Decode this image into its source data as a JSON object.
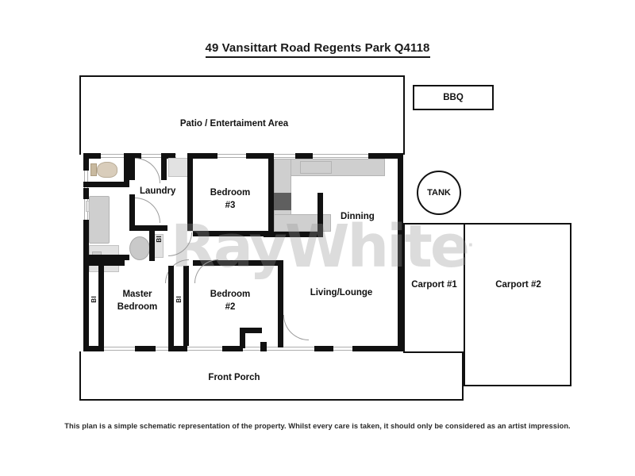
{
  "document": {
    "title": "49 Vansittart Road Regents Park Q4118",
    "disclaimer": "This plan is a simple schematic representation of the property. Whilst every care is taken, it should only be considered as an artist impression.",
    "watermark": "RayWhite",
    "watermark_mark": "."
  },
  "colors": {
    "wall": "#111111",
    "outline": "#111111",
    "fixture": "#cfcfcf",
    "background": "#ffffff",
    "watermark": "#969696"
  },
  "rooms": [
    {
      "id": "patio",
      "label": "Patio / Entertaiment Area"
    },
    {
      "id": "laundry",
      "label": "Laundry"
    },
    {
      "id": "bedroom3",
      "label": "Bedroom",
      "sub": "#3"
    },
    {
      "id": "dinning",
      "label": "Dinning"
    },
    {
      "id": "master",
      "label": "Master",
      "sub": "Bedroom"
    },
    {
      "id": "bedroom2",
      "label": "Bedroom",
      "sub": "#2"
    },
    {
      "id": "living",
      "label": "Living/Lounge"
    },
    {
      "id": "carport1",
      "label": "Carport #1"
    },
    {
      "id": "carport2",
      "label": "Carport #2"
    },
    {
      "id": "front_porch",
      "label": "Front Porch"
    }
  ],
  "features": {
    "bbq": "BBQ",
    "tank": "TANK",
    "builtin_wardrobe": "BI",
    "builtin_wardrobe_count": 3
  }
}
